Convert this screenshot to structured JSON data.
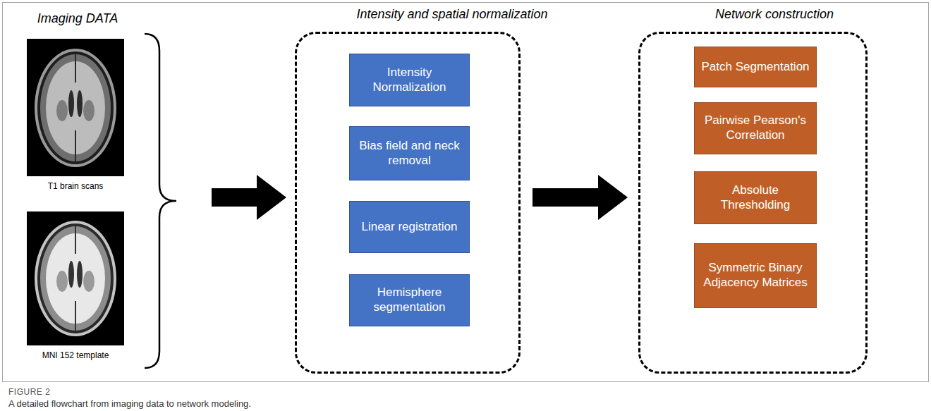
{
  "diagram": {
    "caption": "A detailed flowchart from imaging data to network modeling.",
    "nodes": [
      {
        "text": [
          "Imaging DATA"
        ]
      },
      {
        "text": [
          "Intensity and spatial normalization"
        ]
      },
      {
        "text": [
          "Intensity Normalization"
        ],
        "in": 1
      },
      {
        "text": [
          "Bias field and neck removal"
        ],
        "in": 1
      },
      {
        "text": [
          "Linear registration"
        ],
        "in": 1
      },
      {
        "text": [
          "Hemisphere segmentation"
        ],
        "in": 1
      },
      {
        "text": [
          "Network construction"
        ]
      },
      {
        "text": [
          "Patch Segmentation"
        ],
        "in": 6
      },
      {
        "text": [
          "Pairwise Pearson's Correlation"
        ],
        "in": 6
      },
      {
        "text": [
          "Absolute Thresholding"
        ],
        "in": 6
      },
      {
        "text": [
          "Symmetric Binary Adjacency Matrices"
        ],
        "in": 6
      }
    ],
    "edges": [
      {
        "from": 0,
        "to": 1,
        "arrow": "to"
      },
      {
        "from": 1,
        "to": 6,
        "arrow": "to"
      }
    ],
    "labels": [
      "T1 brain scans",
      "MNI 152 template",
      "FIGURE 2"
    ]
  }
}
